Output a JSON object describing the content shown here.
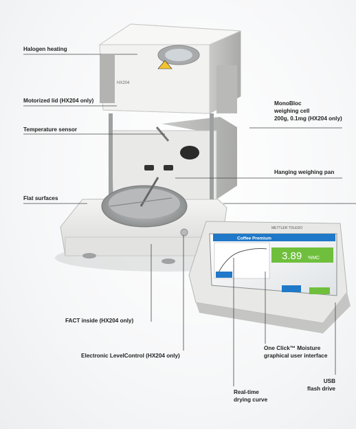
{
  "labels": {
    "halogen": "Halogen heating",
    "lid": "Motorized lid (HX204 only)",
    "temp_sensor": "Temperature sensor",
    "monobloc_1": "MonoBloc",
    "monobloc_2": "weighing cell",
    "monobloc_3": "200g, 0.1mg (HX204 only)",
    "pan": "Hanging weighing pan",
    "flat": "Flat surfaces",
    "fact": "FACT inside (HX204 only)",
    "level": "Electronic LevelControl (HX204 only)",
    "gui_1": "One Click™ Moisture",
    "gui_2": "graphical user interface",
    "usb_1": "USB",
    "usb_2": "flash drive",
    "curve_1": "Real-time",
    "curve_2": "drying curve"
  },
  "device": {
    "model": "HX204",
    "brand": "METTLER TOLEDO",
    "screen_title": "Coffee Premium",
    "screen_value": "3.89",
    "screen_unit": "%MC",
    "accent_color": "#1f78c8",
    "value_color": "#6fbf3c"
  }
}
